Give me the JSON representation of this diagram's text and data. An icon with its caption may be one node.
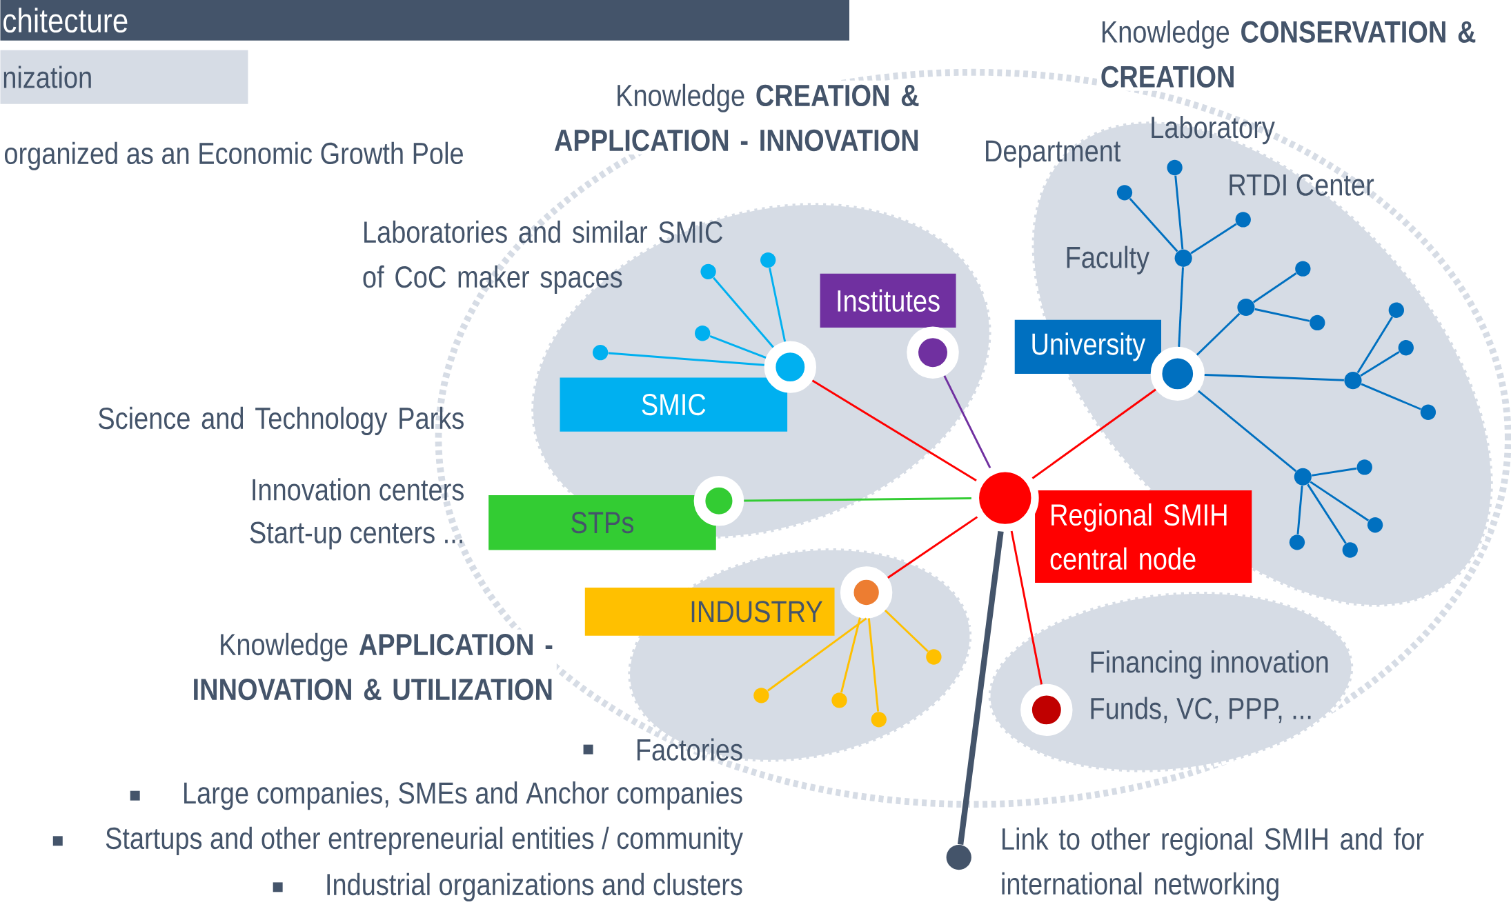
{
  "diagram": {
    "nodes": [
      {
        "text": [
          "chitecture"
        ]
      },
      {
        "text": [
          "nization"
        ]
      },
      {
        "text": [
          "SMIC"
        ]
      },
      {
        "text": [],
        "shape": "circle"
      },
      {
        "text": [
          "Institutes"
        ]
      },
      {
        "text": [],
        "shape": "circle"
      },
      {
        "text": [
          "University"
        ]
      },
      {
        "text": [],
        "shape": "circle"
      },
      {
        "text": [
          "STPs"
        ]
      },
      {
        "text": [],
        "shape": "circle"
      },
      {
        "text": [
          "INDUSTRY"
        ]
      },
      {
        "text": [],
        "shape": "circle"
      },
      {
        "text": [
          "Regional SMIH central node"
        ]
      },
      {
        "text": [],
        "shape": "circle"
      },
      {
        "text": [],
        "shape": "circle",
        "beside": [
          "Financing innovation",
          "Funds, VC, PPP, ..."
        ]
      },
      {
        "text": [],
        "shape": "circle",
        "beside": [
          "Link to other regional SMIH and for international networking"
        ]
      },
      {
        "text": [],
        "shape": "circle"
      },
      {
        "text": [],
        "shape": "circle"
      },
      {
        "text": [],
        "shape": "circle"
      },
      {
        "text": [],
        "shape": "circle"
      },
      {
        "text": [],
        "shape": "circle"
      },
      {
        "text": [],
        "shape": "circle"
      },
      {
        "text": [],
        "shape": "circle"
      },
      {
        "text": [],
        "shape": "circle"
      },
      {
        "text": [],
        "shape": "circle",
        "beside": [
          "Faculty"
        ]
      },
      {
        "text": [],
        "shape": "circle",
        "beside": [
          "Department"
        ]
      },
      {
        "text": [],
        "shape": "circle",
        "beside": [
          "Laboratory"
        ]
      },
      {
        "text": [],
        "shape": "circle",
        "beside": [
          "RTDI Center"
        ]
      },
      {
        "text": [],
        "shape": "circle"
      },
      {
        "text": [],
        "shape": "circle"
      },
      {
        "text": [],
        "shape": "circle"
      },
      {
        "text": [],
        "shape": "circle"
      },
      {
        "text": [],
        "shape": "circle"
      },
      {
        "text": [],
        "shape": "circle"
      },
      {
        "text": [],
        "shape": "circle"
      },
      {
        "text": [],
        "shape": "circle"
      },
      {
        "text": [],
        "shape": "circle"
      },
      {
        "text": [],
        "shape": "circle"
      },
      {
        "text": [],
        "shape": "circle"
      },
      {
        "text": [],
        "shape": "circle"
      }
    ],
    "edges": [
      {
        "from": 13,
        "to": 3,
        "arrow": "none",
        "color": "#ff0000"
      },
      {
        "from": 13,
        "to": 5,
        "arrow": "none",
        "color": "#7030a0"
      },
      {
        "from": 13,
        "to": 7,
        "arrow": "none",
        "color": "#ff0000"
      },
      {
        "from": 13,
        "to": 9,
        "arrow": "none",
        "color": "#33cc33"
      },
      {
        "from": 13,
        "to": 11,
        "arrow": "none",
        "color": "#ff0000"
      },
      {
        "from": 13,
        "to": 14,
        "arrow": "none",
        "color": "#ff0000"
      },
      {
        "from": 13,
        "to": 15,
        "arrow": "none",
        "style": "thick",
        "color": "#44546a"
      },
      {
        "from": 3,
        "to": 16,
        "arrow": "none",
        "color": "#00b0f0"
      },
      {
        "from": 3,
        "to": 17,
        "arrow": "none",
        "color": "#00b0f0"
      },
      {
        "from": 3,
        "to": 18,
        "arrow": "none",
        "color": "#00b0f0"
      },
      {
        "from": 3,
        "to": 19,
        "arrow": "none",
        "color": "#00b0f0"
      },
      {
        "from": 11,
        "to": 20,
        "arrow": "none",
        "color": "#ffc000"
      },
      {
        "from": 11,
        "to": 21,
        "arrow": "none",
        "color": "#ffc000"
      },
      {
        "from": 11,
        "to": 22,
        "arrow": "none",
        "color": "#ffc000"
      },
      {
        "from": 11,
        "to": 23,
        "arrow": "none",
        "color": "#ffc000"
      },
      {
        "from": 7,
        "to": 24,
        "arrow": "none"
      },
      {
        "from": 24,
        "to": 25,
        "arrow": "none"
      },
      {
        "from": 24,
        "to": 26,
        "arrow": "none"
      },
      {
        "from": 24,
        "to": 27,
        "arrow": "none"
      },
      {
        "from": 7,
        "to": 28,
        "arrow": "none"
      },
      {
        "from": 28,
        "to": 29,
        "arrow": "none"
      },
      {
        "from": 28,
        "to": 30,
        "arrow": "none"
      },
      {
        "from": 7,
        "to": 31,
        "arrow": "none"
      },
      {
        "from": 31,
        "to": 32,
        "arrow": "none"
      },
      {
        "from": 31,
        "to": 33,
        "arrow": "none"
      },
      {
        "from": 31,
        "to": 34,
        "arrow": "none"
      },
      {
        "from": 7,
        "to": 35,
        "arrow": "none"
      },
      {
        "from": 35,
        "to": 36,
        "arrow": "none"
      },
      {
        "from": 35,
        "to": 37,
        "arrow": "none"
      },
      {
        "from": 35,
        "to": 38,
        "arrow": "none"
      },
      {
        "from": 35,
        "to": 39,
        "arrow": "none"
      }
    ],
    "labels": [
      "organized as an Economic Growth Pole",
      "Knowledge **CREATION & APPLICATION - INNOVATION**",
      "Knowledge **CONSERVATION & CREATION**",
      "Laboratories and similar SMIC of CoC maker spaces",
      "Science and Technology Parks",
      "Innovation centers",
      "Start-up centers ...",
      "Knowledge **APPLICATION - INNOVATION & UTILIZATION**",
      "Factories",
      "Large companies, SMEs and Anchor companies",
      "Startups and other entrepreneurial entities / community",
      "Industrial organizations and clusters"
    ]
  }
}
